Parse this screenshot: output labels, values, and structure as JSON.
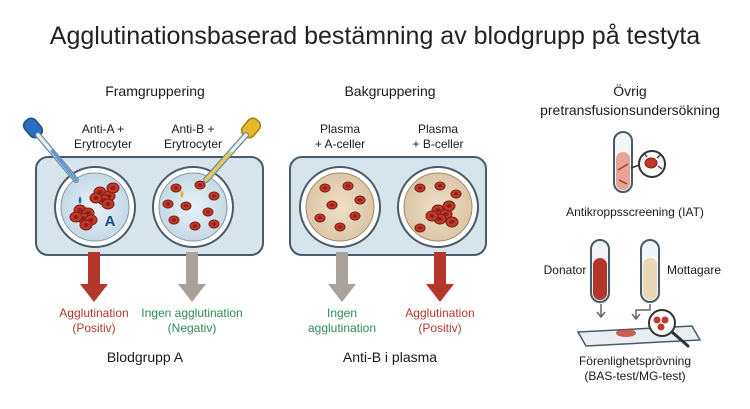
{
  "title": "Agglutinationsbaserad bestämning av blodgrupp på testyta",
  "forward": {
    "heading": "Framgruppering",
    "well1_label_1": "Anti-A +",
    "well1_label_2": "Erytrocyter",
    "well2_label_1": "Anti-B +",
    "well2_label_2": "Erytrocyter",
    "well_letter": "A",
    "result1_1": "Agglutination",
    "result1_2": "(Positiv)",
    "result2_1": "Ingen agglutination",
    "result2_2": "(Negativ)",
    "conclusion": "Blodgrupp A"
  },
  "reverse": {
    "heading": "Bakgruppering",
    "well1_label_1": "Plasma",
    "well1_label_2": "+ A-celler",
    "well2_label_1": "Plasma",
    "well2_label_2": "+ B-celler",
    "result1_1": "Ingen",
    "result1_2": "agglutination",
    "result2_1": "Agglutination",
    "result2_2": "(Positiv)",
    "conclusion": "Anti-B i plasma"
  },
  "other": {
    "heading_1": "Övrig",
    "heading_2": "pretransfusionsundersökning",
    "screening": "Antikroppsscreening (IAT)",
    "donor": "Donator",
    "recipient": "Mottagare",
    "crossmatch_1": "Förenlighetsprövning",
    "crossmatch_2": "(BAS-test/MG-test)"
  },
  "colors": {
    "positive": "#b03a2e",
    "negative": "#2e8b57",
    "arrow_red": "#b5362b",
    "arrow_grey": "#a8a29a",
    "cell": "#c0392b",
    "plate": "#d7e4ec"
  }
}
